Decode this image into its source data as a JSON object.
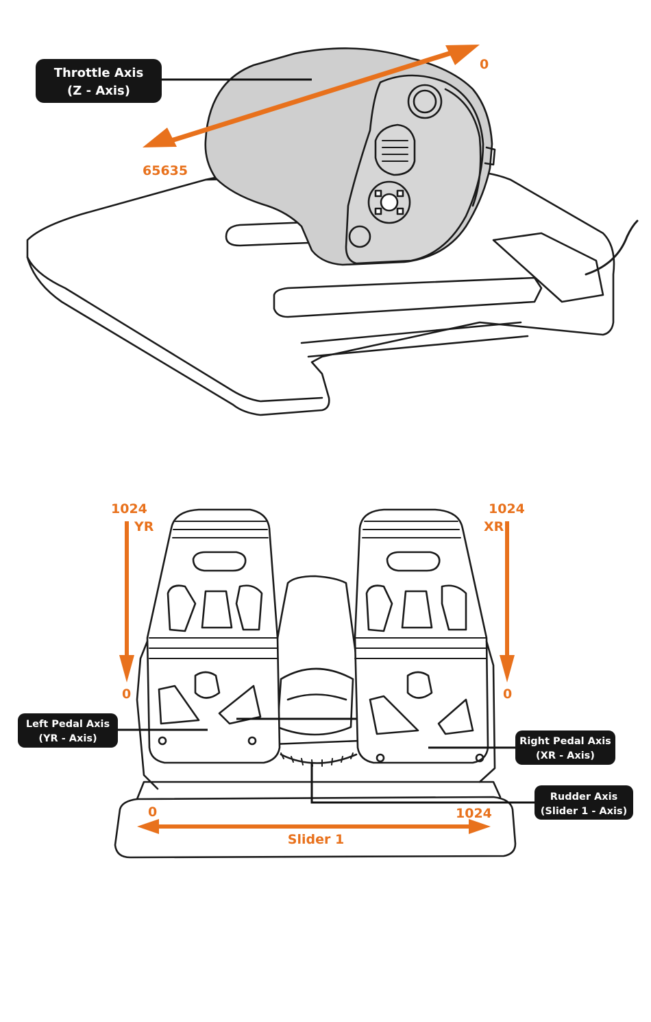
{
  "throttle": {
    "callout_line1": "Throttle Axis",
    "callout_line2": "(Z - Axis)",
    "value_max_label": "0",
    "value_min_label": "65635"
  },
  "pedals": {
    "left_top_value": "1024",
    "left_axis_tag": "YR",
    "left_bottom_value": "0",
    "right_top_value": "1024",
    "right_axis_tag": "XR",
    "right_bottom_value": "0",
    "left_callout_line1": "Left Pedal Axis",
    "left_callout_line2": "(YR - Axis)",
    "right_callout_line1": "Right Pedal Axis",
    "right_callout_line2": "(XR - Axis)",
    "rudder_callout_line1": "Rudder Axis",
    "rudder_callout_line2": "(Slider 1 - Axis)",
    "slider_min_label": "0",
    "slider_max_label": "1024",
    "slider_name": "Slider 1"
  },
  "colors": {
    "accent": "#e8711c",
    "callout_bg": "#151515",
    "callout_text": "#ffffff",
    "outline": "#1a1a1a",
    "throttle_fill": "#cfcfcf"
  }
}
